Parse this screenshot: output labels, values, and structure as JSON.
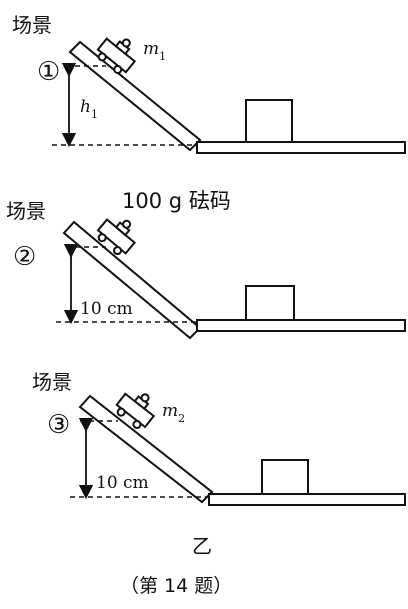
{
  "scenes": [
    {
      "title": "场景",
      "index": "①",
      "mass_label_main": "m",
      "mass_label_sub": "1",
      "height_main": "h",
      "height_sub": "1"
    },
    {
      "title": "场景",
      "index": "②",
      "mass_label": "100 g 砝码",
      "height_label": "10 cm"
    },
    {
      "title": "场景",
      "index": "③",
      "mass_label_main": "m",
      "mass_label_sub": "2",
      "height_label": "10 cm"
    }
  ],
  "figure_label": "乙",
  "caption": "（第 14 题）"
}
